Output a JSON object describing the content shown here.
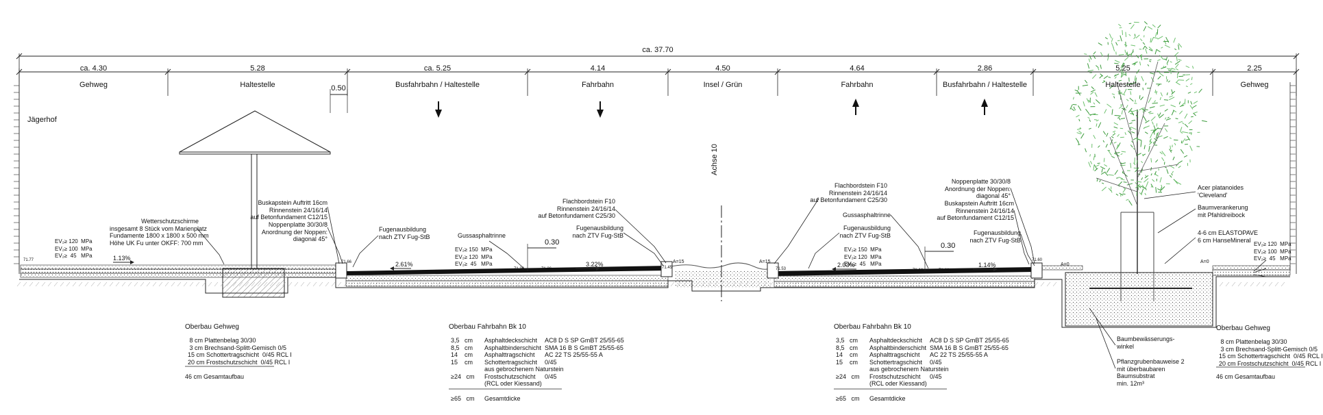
{
  "dimensions": {
    "overall": "ca. 37.70",
    "segments": [
      "ca. 4.30",
      "5.28",
      "ca. 5.25",
      "4.14",
      "4.50",
      "4.64",
      "2.86",
      "5.25",
      "2.25"
    ],
    "small": "0.50"
  },
  "zones": [
    "Gehweg",
    "Haltestelle",
    "Busfahrbahn / Haltestelle",
    "Fahrbahn",
    "Insel / Grün",
    "Fahrbahn",
    "Busfahrbahn / Haltestelle",
    "Haltestelle",
    "Gehweg"
  ],
  "place": "Jägerhof",
  "axis_label": "Achse 10",
  "slopes": [
    "1.13%",
    "2.61%",
    "3.22%",
    "2.03%",
    "1.14%"
  ],
  "gutter_width": [
    "0.30",
    "0.30"
  ],
  "ev_left": [
    "EV₂≥ 120  MPa",
    "EV₂≥ 100  MPa",
    "EV₂≥  45   MPa"
  ],
  "ev_mid": [
    "EV₂≥ 150  MPa",
    "EV₂≥ 120  MPa",
    "EV₂≥  45   MPa"
  ],
  "ev_mid2": [
    "EV₂≥ 150  MPa",
    "EV₂≥ 120  MPa",
    "EV₂≥  45   MPa"
  ],
  "ev_right": [
    "EV₂≥ 120  MPa",
    "EV₂≥ 100  MPa",
    "EV₂≥  45   MPa"
  ],
  "heights": [
    "71.77",
    "71.66",
    "71.36",
    "71.36",
    "71.45",
    "71.53",
    "71.44",
    "71.44",
    "71.45",
    "71.60"
  ],
  "a_marks": [
    "A=15",
    "A=15",
    "A=0",
    "A=0"
  ],
  "annotations": {
    "wetterschutz": "Wetterschutzschirme\ninsgesamt 8 Stück vom Marienplatz\nFundamente 1800 x 1800 x 500 mm\nHöhe UK Fu unter OKFF: 700 mm",
    "buskap_left": "Buskapstein Auftritt 16cm\nRinnenstein 24/16/14\nauf Betonfundament C12/15",
    "noppen_left": "Noppenplatte 30/30/8\nAnordnung der Noppen:\ndiagonal 45°",
    "fugen1": "Fugenausbildung\nnach ZTV Fug-StB",
    "gussasphalt1": "Gussasphaltrinne",
    "flachbord1": "Flachbordstein F10\nRinnenstein 24/16/14\nauf Betonfundament C25/30",
    "fugen2": "Fugenausbildung\nnach ZTV Fug-StB",
    "flachbord2": "Flachbordstein F10\nRinnenstein 24/16/14\nauf Betonfundament C25/30",
    "gussasphalt2": "Gussasphaltrinne",
    "fugen3": "Fugenausbildung\nnach ZTV Fug-StB",
    "noppen_right": "Noppenplatte 30/30/8\nAnordnung der Noppen:\ndiagonal 45°",
    "buskap_right": "Buskapstein Auftritt 16cm\nRinnenstein 24/16/14\nauf Betonfundament C12/15",
    "fugen4": "Fugenausbildung\nnach ZTV Fug-StB",
    "acer": "Acer platanoides\n'Cleveland'",
    "baumver": "Baumverankerung\nmit Pfahldreibock",
    "elasto": "4-6 cm ELASTOPAVE\n6 cm HanseMineral",
    "baumbew": "Baumbewässerungs-\nwinkel",
    "pflanzgrube": "Pflanzgrubenbauweise 2\nmit überbaubaren\nBaumsubstrat\nmin. 12m³"
  },
  "oberbau_gehweg_left": {
    "title": "Oberbau   Gehweg",
    "rows": " 8 cm Plattenbelag 30/30\n 3 cm Brechsand-Splitt-Gemisch 0/5\n15 cm Schottertragschicht  0/45 RCL I\n20 cm Frostschutzschicht  0/45 RCL I",
    "total": "46 cm Gesamtaufbau"
  },
  "oberbau_fahrbahn_left": {
    "title": "Oberbau    Fahrbahn Bk 10",
    "col1": "3,5   cm\n8,5   cm\n14    cm\n15    cm\n\n≥24   cm\n",
    "col2": "Asphaltdeckschicht\nAsphaltbinderschicht\nAsphalttragschicht\nSchottertragschicht\naus gebrochenem Naturstein\nFrostschutzschicht\n(RCL oder Kiessand)",
    "col3": "AC8 D S SP GmBT 25/55-65\nSMA 16 B S GmBT 25/55-65\nAC 22 TS 25/55-55 A\n0/45\n\n0/45\n",
    "total_a": "≥65   cm",
    "total_b": "Gesamtdicke"
  },
  "oberbau_fahrbahn_right": {
    "title": "Oberbau    Fahrbahn Bk 10",
    "col1": "3,5   cm\n8,5   cm\n14    cm\n15    cm\n\n≥24   cm\n",
    "col2": "Asphaltdeckschicht\nAsphaltbinderschicht\nAsphalttragschicht\nSchottertragschicht\naus gebrochenem Naturstein\nFrostschutzschicht\n(RCL oder Kiessand)",
    "col3": "AC8 D S SP GmBT 25/55-65\nSMA 16 B S GmBT 25/55-65\nAC 22 TS 25/55-55 A\n0/45\n\n0/45\n",
    "total_a": "≥65   cm",
    "total_b": "Gesamtdicke"
  },
  "oberbau_gehweg_right": {
    "title": "Oberbau   Gehweg",
    "rows": " 8 cm Plattenbelag 30/30\n 3 cm Brechsand-Splitt-Gemisch 0/5\n15 cm Schottertragschicht  0/45 RCL I\n20 cm Frostschutzschicht  0/45 RCL I",
    "total": "46 cm Gesamtaufbau"
  }
}
